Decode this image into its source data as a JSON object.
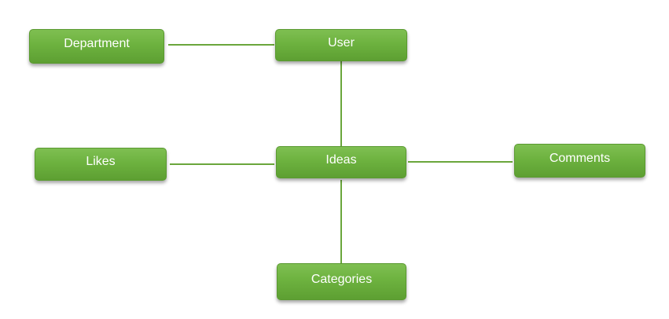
{
  "diagram": {
    "nodes": {
      "department": "Department",
      "user": "User",
      "likes": "Likes",
      "ideas": "Ideas",
      "comments": "Comments",
      "categories": "Categories"
    },
    "colors": {
      "node_fill": "#70b244",
      "connector": "#6aa63c",
      "text": "#ffffff"
    }
  }
}
